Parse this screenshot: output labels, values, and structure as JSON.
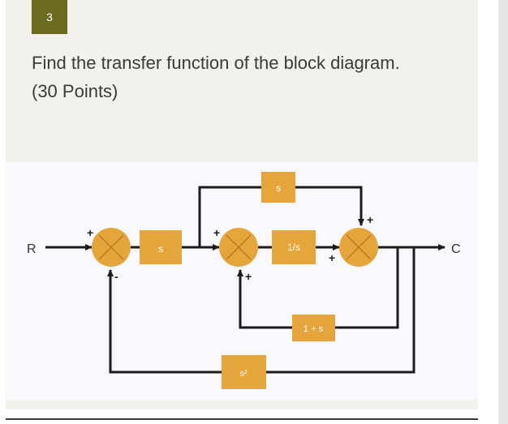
{
  "question": {
    "number": "3",
    "prompt": "Find the transfer function of the block diagram.",
    "points": "(30 Points)"
  },
  "diagram": {
    "input_label": "R",
    "output_label": "C",
    "blocks": {
      "forward_s": "s",
      "top_s": "s",
      "integrator": "1/s",
      "feedback_inner": "1 + s",
      "feedback_outer": "s²"
    },
    "signs": {
      "sum1_input": "+",
      "sum1_feedback": "-",
      "sum2_input": "+",
      "sum2_feedback": "+",
      "sum3_top": "+",
      "sum3_left": "+"
    },
    "colors": {
      "block_fill": "#e6a53a",
      "junction_fill": "#e6a53a",
      "line": "#1c1c1c",
      "badge": "#6b6b1f"
    }
  }
}
